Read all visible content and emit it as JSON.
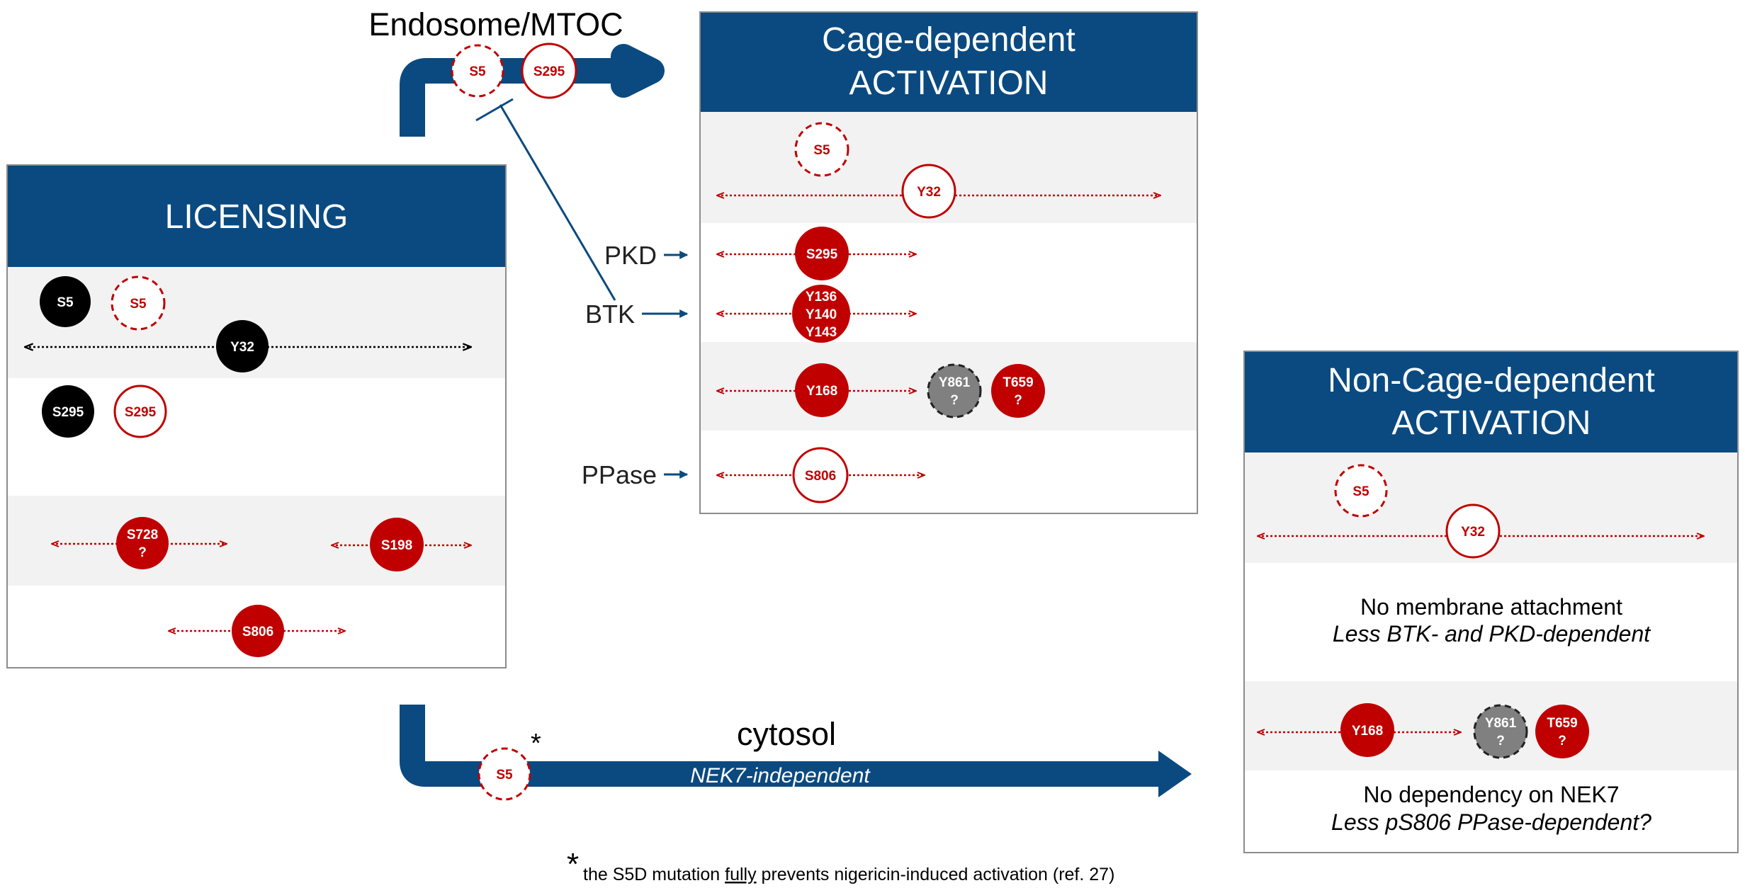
{
  "colors": {
    "navy": "#0a4a80",
    "dark_red": "#c00000",
    "black": "#000000",
    "grey_fill": "#808080",
    "band_grey": "#f2f2f2",
    "box_border": "#8c8c8c"
  },
  "licensing": {
    "title": "LICENSING",
    "nodes": {
      "s5_black": "S5",
      "s5_open": "S5",
      "y32": "Y32",
      "s295_black": "S295",
      "s295_open": "S295",
      "s728": [
        "S728",
        "?"
      ],
      "s198": "S198",
      "s806": "S806"
    }
  },
  "endosome": {
    "label": "Endosome/MTOC",
    "nodes": {
      "s5": "S5",
      "s295": "S295"
    }
  },
  "cage": {
    "title_line1": "Cage-dependent",
    "title_line2": "ACTIVATION",
    "regulators": {
      "pkd": "PKD",
      "btk": "BTK",
      "ppase": "PPase"
    },
    "nodes": {
      "s5": "S5",
      "y32": "Y32",
      "s295": "S295",
      "y136_143": [
        "Y136",
        "Y140",
        "Y143"
      ],
      "y168": "Y168",
      "y861": [
        "Y861",
        "?"
      ],
      "t659": [
        "T659",
        "?"
      ],
      "s806": "S806"
    }
  },
  "noncage": {
    "title_line1": "Non-Cage-dependent",
    "title_line2": "ACTIVATION",
    "nodes": {
      "s5": "S5",
      "y32": "Y32",
      "y168": "Y168",
      "y861": [
        "Y861",
        "?"
      ],
      "t659": [
        "T659",
        "?"
      ]
    },
    "note1_line1": "No membrane attachment",
    "note1_line2": "Less BTK- and PKD-dependent",
    "note2_line1": "No dependency on NEK7",
    "note2_line2": "Less pS806 PPase-dependent?"
  },
  "cytosol": {
    "label": "cytosol",
    "sublabel": "NEK7-independent",
    "node": "S5",
    "asterisk": "*"
  },
  "footnote": {
    "asterisk": "*",
    "before": "the S5D mutation ",
    "underlined": "fully",
    "after": " prevents nigericin-induced activation (ref. 27)"
  }
}
